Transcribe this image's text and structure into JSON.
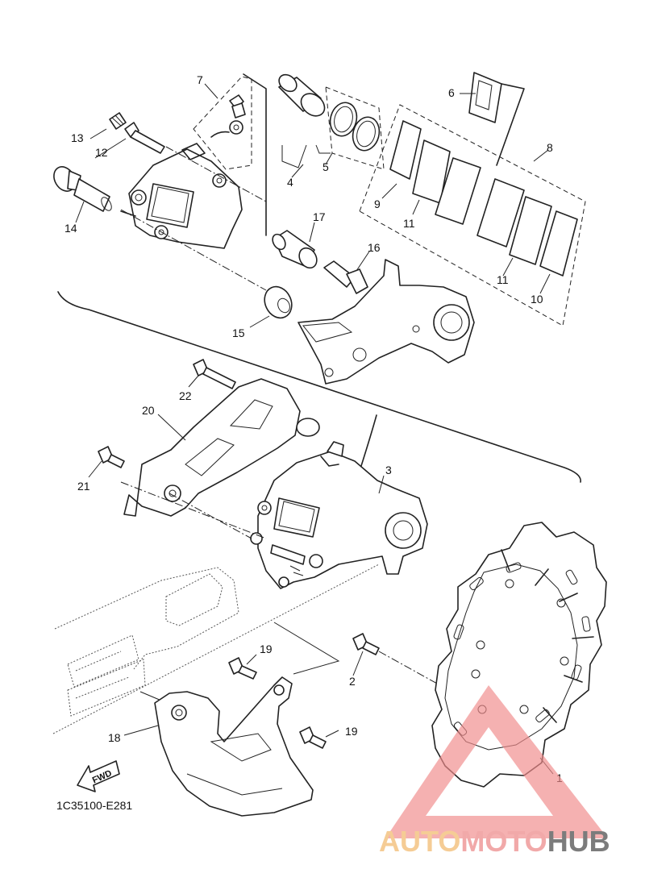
{
  "diagram": {
    "callouts": {
      "c1": "1",
      "c2": "2",
      "c3": "3",
      "c4": "4",
      "c5": "5",
      "c6": "6",
      "c7": "7",
      "c8": "8",
      "c9": "9",
      "c10": "10",
      "c11a": "11",
      "c11b": "11",
      "c12": "12",
      "c13": "13",
      "c14": "14",
      "c15": "15",
      "c16": "16",
      "c17": "17",
      "c18": "18",
      "c19a": "19",
      "c19b": "19",
      "c20": "20",
      "c21": "21",
      "c22": "22"
    },
    "direction_label": "FWD",
    "diagram_code": "1C35100-E281"
  },
  "watermark": {
    "part1": "AUTO",
    "part2": "MOTO",
    "part3": "HUB",
    "color_auto": "#f5c78a",
    "color_moto": "#f0a0a0",
    "color_hub": "#6e6e6e",
    "triangle_color": "#f08c8c"
  }
}
